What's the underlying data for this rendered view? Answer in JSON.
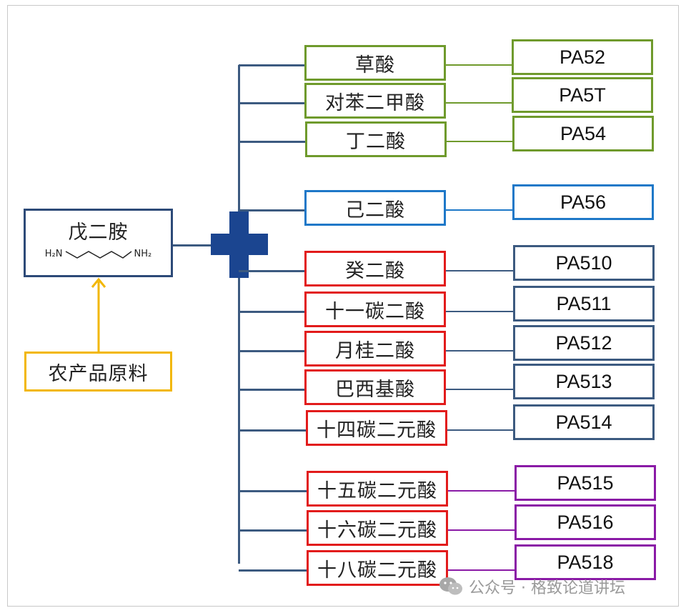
{
  "source": {
    "name": "戊二胺",
    "formula_left": "H₂N",
    "formula_right": "NH₂"
  },
  "raw_material": "农产品原料",
  "groups": [
    {
      "color": "#6f9a2c",
      "items": [
        {
          "acid": "草酸",
          "product": "PA52"
        },
        {
          "acid": "对苯二甲酸",
          "product": "PA5T"
        },
        {
          "acid": "丁二酸",
          "product": "PA54"
        }
      ]
    },
    {
      "color": "#1e78c8",
      "items": [
        {
          "acid": "己二酸",
          "product": "PA56"
        }
      ]
    },
    {
      "color": "#e21b1b",
      "items": [
        {
          "acid": "癸二酸",
          "product": "PA510"
        },
        {
          "acid": "十一碳二酸",
          "product": "PA511"
        },
        {
          "acid": "月桂二酸",
          "product": "PA512"
        },
        {
          "acid": "巴西基酸",
          "product": "PA513"
        },
        {
          "acid": "十四碳二元酸",
          "product": "PA514"
        }
      ]
    },
    {
      "color": "#8a1aa6",
      "items": [
        {
          "acid": "十五碳二元酸",
          "product": "PA515"
        },
        {
          "acid": "十六碳二元酸",
          "product": "PA516"
        },
        {
          "acid": "十八碳二元酸",
          "product": "PA518"
        }
      ]
    }
  ],
  "colors": {
    "tree": "#3c5a80",
    "plus": "#1b4590",
    "arrow": "#f2b705",
    "source_border": "#2d4a78"
  },
  "watermark": "公众号 · 格致论道讲坛"
}
